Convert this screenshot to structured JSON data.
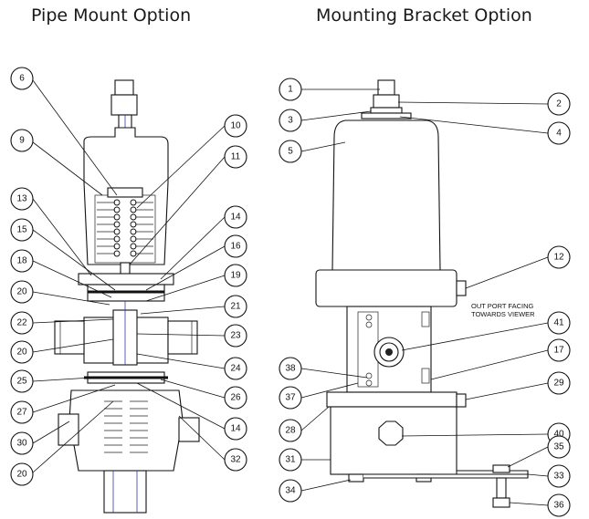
{
  "headings": {
    "left": "Pipe Mount Option",
    "right": "Mounting Bracket Option"
  },
  "note": {
    "line1": "OUT PORT FACING",
    "line2": "TOWARDS VIEWER"
  },
  "callouts_left": [
    "6",
    "9",
    "10",
    "11",
    "13",
    "14",
    "15",
    "16",
    "18",
    "19",
    "20",
    "21",
    "22",
    "20",
    "23",
    "24",
    "25",
    "26",
    "27",
    "14",
    "30",
    "32",
    "20"
  ],
  "callouts_right": [
    "1",
    "2",
    "3",
    "4",
    "5",
    "12",
    "41",
    "17",
    "38",
    "37",
    "29",
    "28",
    "40",
    "31",
    "35",
    "33",
    "34",
    "36"
  ],
  "colors": {
    "line": "#111111",
    "accent_blue": "#2a3fa8",
    "background": "#ffffff"
  }
}
